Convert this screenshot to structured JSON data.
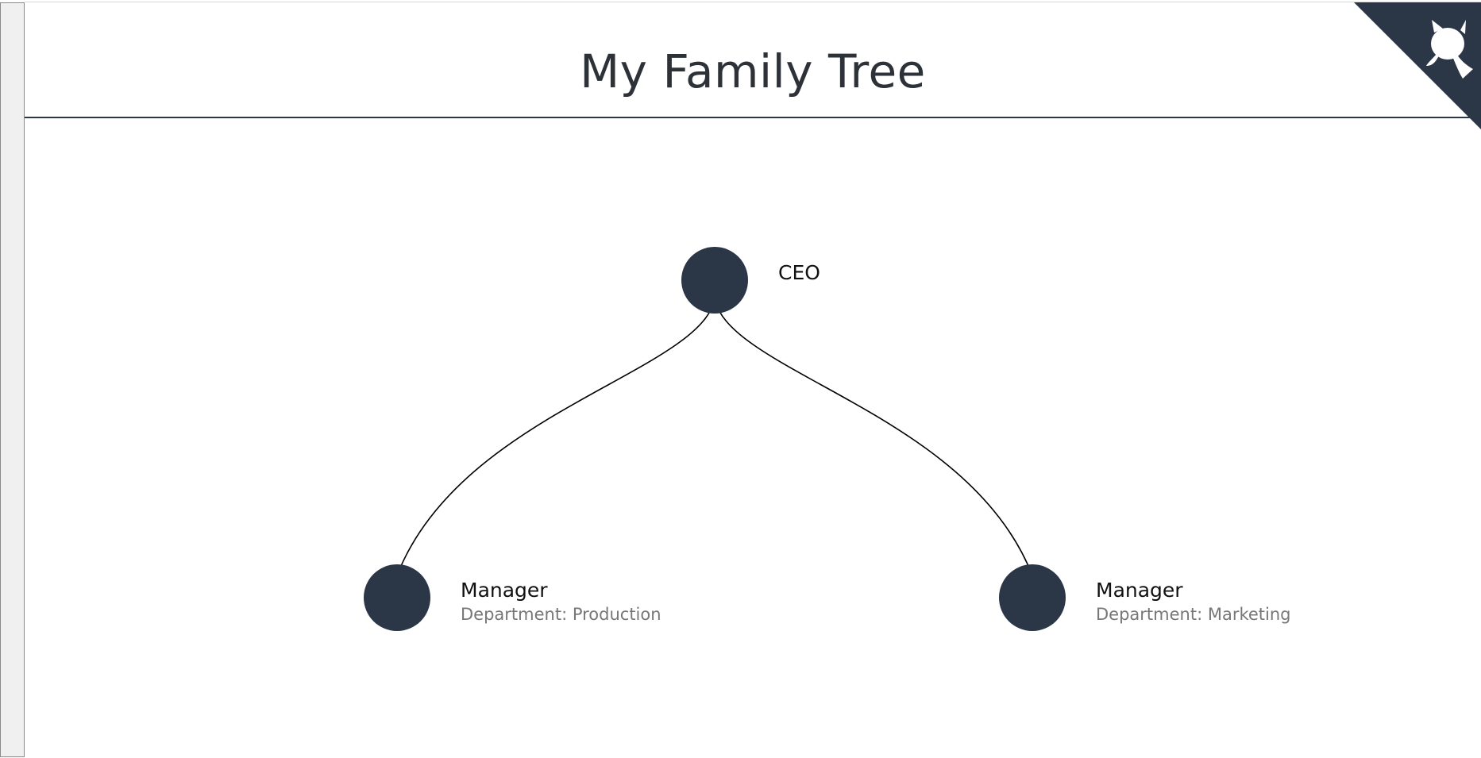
{
  "page": {
    "title": "My Family Tree"
  },
  "corner_link": {
    "icon": "github-octocat-icon",
    "background_color": "#2b3746",
    "icon_color": "#ffffff"
  },
  "colors": {
    "node": "#2b3746",
    "title_text": "#2d3238",
    "subtitle_text": "#777777"
  },
  "tree": {
    "root": {
      "label": "CEO",
      "subtitle": ""
    },
    "children": [
      {
        "label": "Manager",
        "subtitle": "Department: Production"
      },
      {
        "label": "Manager",
        "subtitle": "Department: Marketing"
      }
    ]
  }
}
